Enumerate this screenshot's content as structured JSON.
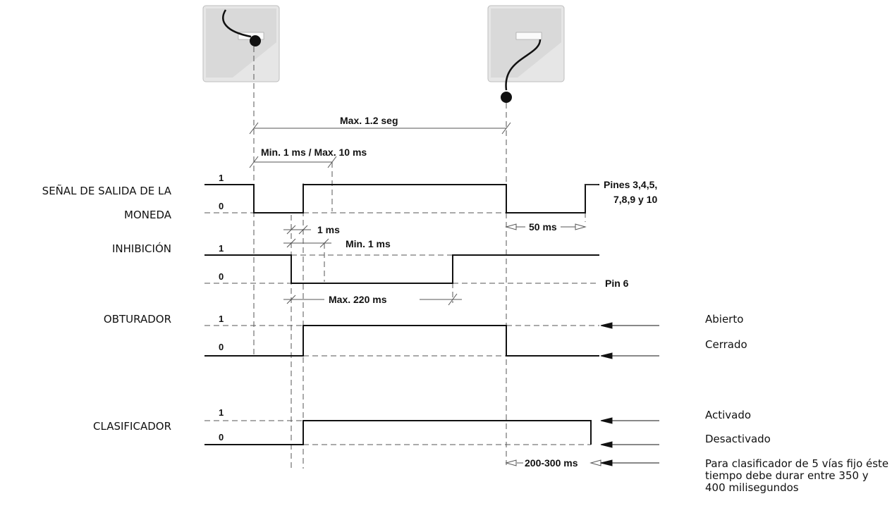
{
  "signals": {
    "coin_output_line1": "SEÑAL DE SALIDA DE LA",
    "coin_output_line2": "MONEDA",
    "inhibit": "INHIBICIÓN",
    "shutter": "OBTURADOR",
    "sorter": "CLASIFICADOR"
  },
  "levels": {
    "high": "1",
    "low": "0"
  },
  "timings": {
    "max_total": "Max. 1.2 seg",
    "min_max_pulse": "Min. 1 ms / Max. 10 ms",
    "one_ms": "1 ms",
    "min_1ms": "Min. 1 ms",
    "fifty_ms": "50 ms",
    "max_220": "Max. 220 ms",
    "sorter_range": "200-300 ms"
  },
  "pins": {
    "pins_output_line1": "Pines 3,4,5,",
    "pins_output_line2": "7,8,9 y 10",
    "pin_inhibit": "Pin 6"
  },
  "states": {
    "open": "Abierto",
    "closed": "Cerrado",
    "activated": "Activado",
    "deactivated": "Desactivado"
  },
  "footnote": "Para clasificador de 5 vías fijo éste tiempo debe durar entre 350 y 400 milisegundos"
}
